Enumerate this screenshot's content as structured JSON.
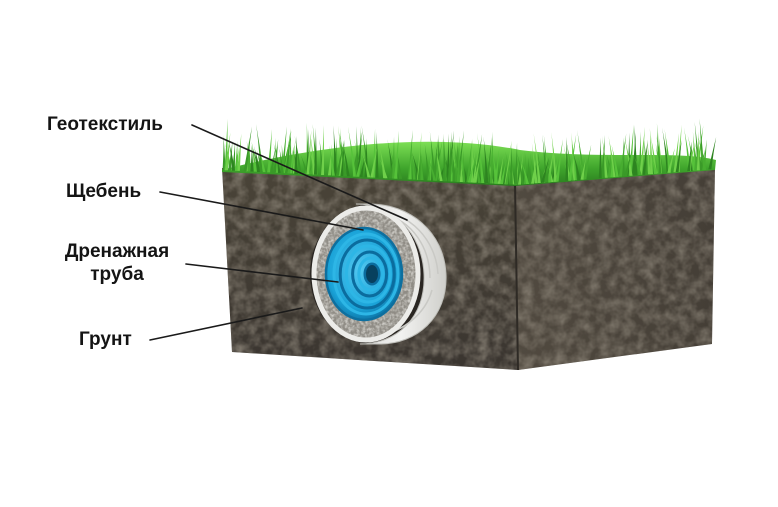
{
  "labels": {
    "geotextile": "Геотекстиль",
    "gravel": "Щебень",
    "pipe_line1": "Дренажная",
    "pipe_line2": "труба",
    "soil": "Грунт"
  },
  "colors": {
    "grass_light": "#6fd04a",
    "grass_dark": "#2f8a22",
    "soil_front": "#5b5449",
    "soil_side": "#4a443b",
    "geotextile": "#e6e6e4",
    "gravel": "#9a9891",
    "pipe_blue": "#1ba8dc",
    "pipe_dark": "#0a5f8e",
    "leader_line": "#1a1a1a",
    "label_text": "#141414"
  }
}
